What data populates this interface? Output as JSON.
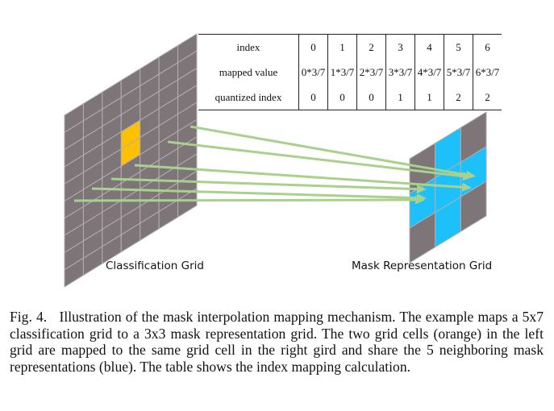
{
  "figure": {
    "left_grid_label": "Classification Grid",
    "right_grid_label": "Mask Representation Grid",
    "colors": {
      "grid_cell": "#7d7577",
      "grid_line": "#b4aeb0",
      "orange_cell": "#ffc000",
      "blue_cell": "#1ec0fa",
      "arrow": "#a9d18e"
    },
    "table": {
      "rows": [
        {
          "header": "index",
          "values": [
            "0",
            "1",
            "2",
            "3",
            "4",
            "5",
            "6"
          ]
        },
        {
          "header": "mapped value",
          "values": [
            "0*3/7",
            "1*3/7",
            "2*3/7",
            "3*3/7",
            "4*3/7",
            "5*3/7",
            "6*3/7"
          ]
        },
        {
          "header": "quantized index",
          "values": [
            "0",
            "0",
            "0",
            "1",
            "1",
            "2",
            "2"
          ]
        }
      ]
    }
  },
  "caption": {
    "label": "Fig. 4.",
    "text": "Illustration of the mask interpolation mapping mechanism. The example maps a 5x7 classification grid to a 3x3 mask representation grid. The two grid cells (orange) in the left grid are mapped to the same grid cell in the right gird and share the 5 neighboring mask representations (blue). The table shows the index mapping calculation."
  }
}
